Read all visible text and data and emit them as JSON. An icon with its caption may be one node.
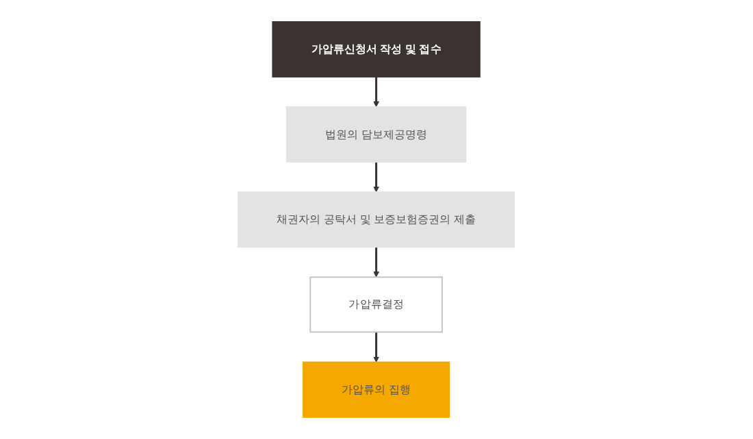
{
  "diagram": {
    "nodes": [
      {
        "text": [
          "가압류신청서 작성 및 접수"
        ]
      },
      {
        "text": [
          "법원의 담보제공명령"
        ]
      },
      {
        "text": [
          "채권자의 공탁서 및 보증보험증권의 제출"
        ]
      },
      {
        "text": [
          "가압류결정"
        ]
      },
      {
        "text": [
          "가압류의 집행"
        ]
      }
    ],
    "edges": [
      {
        "from": 0,
        "to": 1,
        "arrow": "to"
      },
      {
        "from": 1,
        "to": 2,
        "arrow": "to"
      },
      {
        "from": 2,
        "to": 3,
        "arrow": "to"
      },
      {
        "from": 3,
        "to": 4,
        "arrow": "to"
      }
    ]
  }
}
